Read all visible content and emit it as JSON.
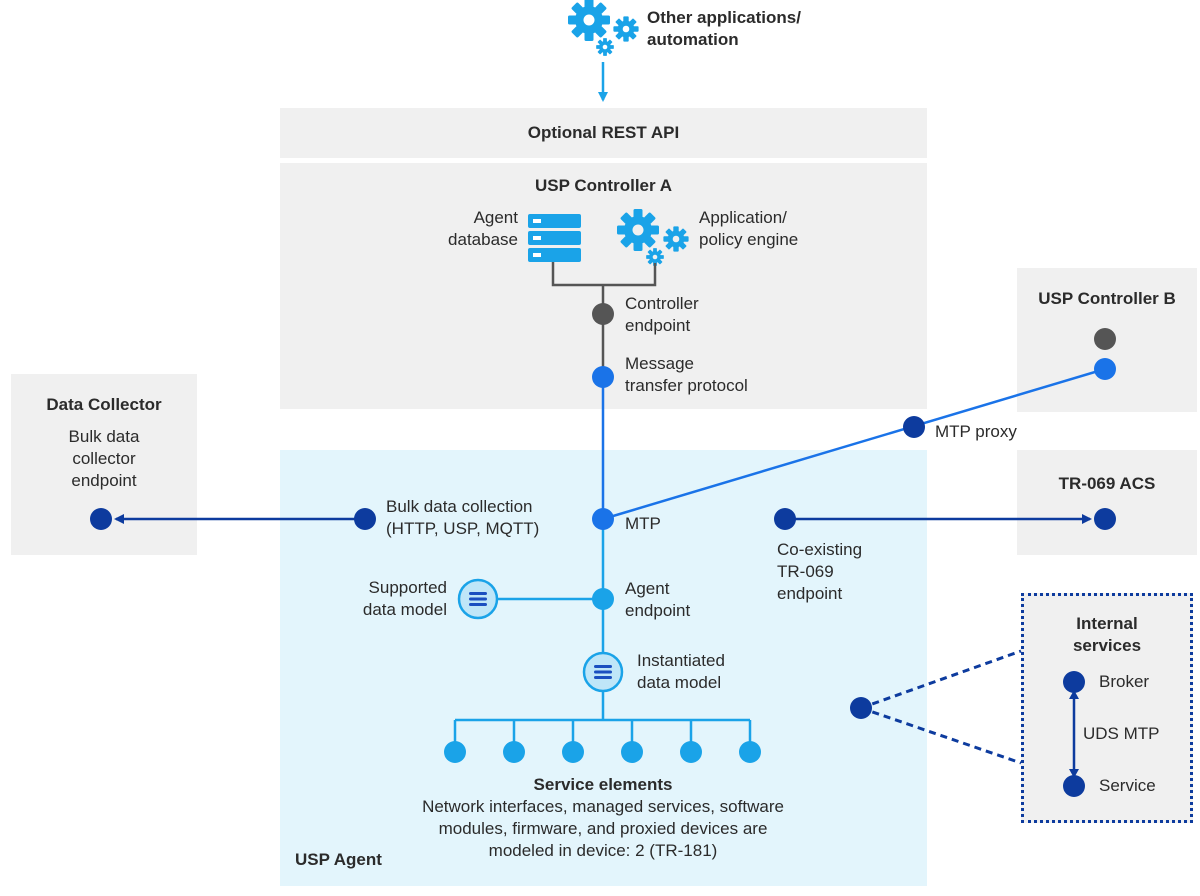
{
  "other_apps": {
    "line1": "Other applications/",
    "line2": "automation"
  },
  "rest_api": {
    "label": "Optional REST API"
  },
  "controller_a": {
    "title": "USP Controller A",
    "agent_db": {
      "line1": "Agent",
      "line2": "database"
    },
    "app_engine": {
      "line1": "Application/",
      "line2": "policy engine"
    },
    "controller_endpoint": {
      "line1": "Controller",
      "line2": "endpoint"
    },
    "mtp": {
      "line1": "Message",
      "line2": "transfer protocol"
    }
  },
  "controller_b": {
    "title": "USP Controller B"
  },
  "mtp_proxy": {
    "label": "MTP proxy"
  },
  "data_collector": {
    "title": "Data Collector",
    "line1": "Bulk data",
    "line2": "collector",
    "line3": "endpoint"
  },
  "tr069_acs": {
    "title": "TR-069 ACS"
  },
  "usp_agent": {
    "title": "USP Agent",
    "bulk": {
      "line1": "Bulk data collection",
      "line2": "(HTTP, USP, MQTT)"
    },
    "mtp_label": "MTP",
    "coexisting": {
      "line1": "Co-existing",
      "line2": "TR-069",
      "line3": "endpoint"
    },
    "supported": {
      "line1": "Supported",
      "line2": "data model"
    },
    "agent_endpoint": {
      "line1": "Agent",
      "line2": "endpoint"
    },
    "instantiated": {
      "line1": "Instantiated",
      "line2": "data model"
    },
    "service_elements": {
      "title": "Service elements",
      "line1": "Network interfaces, managed services, software",
      "line2": "modules, firmware, and proxied devices are",
      "line3": "modeled in device: 2 (TR-181)"
    }
  },
  "internal_services": {
    "title_line1": "Internal",
    "title_line2": "services",
    "broker": "Broker",
    "uds_mtp": "UDS MTP",
    "service": "Service"
  },
  "colors": {
    "sky": "#1aa3e8",
    "blue": "#1a73e8",
    "navy": "#0d3b9e",
    "grey_dot": "#555555",
    "grey_box": "#f0f0f0",
    "agent_box": "#e3f5fc"
  },
  "icons": [
    "gears-icon",
    "server-database-icon",
    "data-model-icon"
  ]
}
